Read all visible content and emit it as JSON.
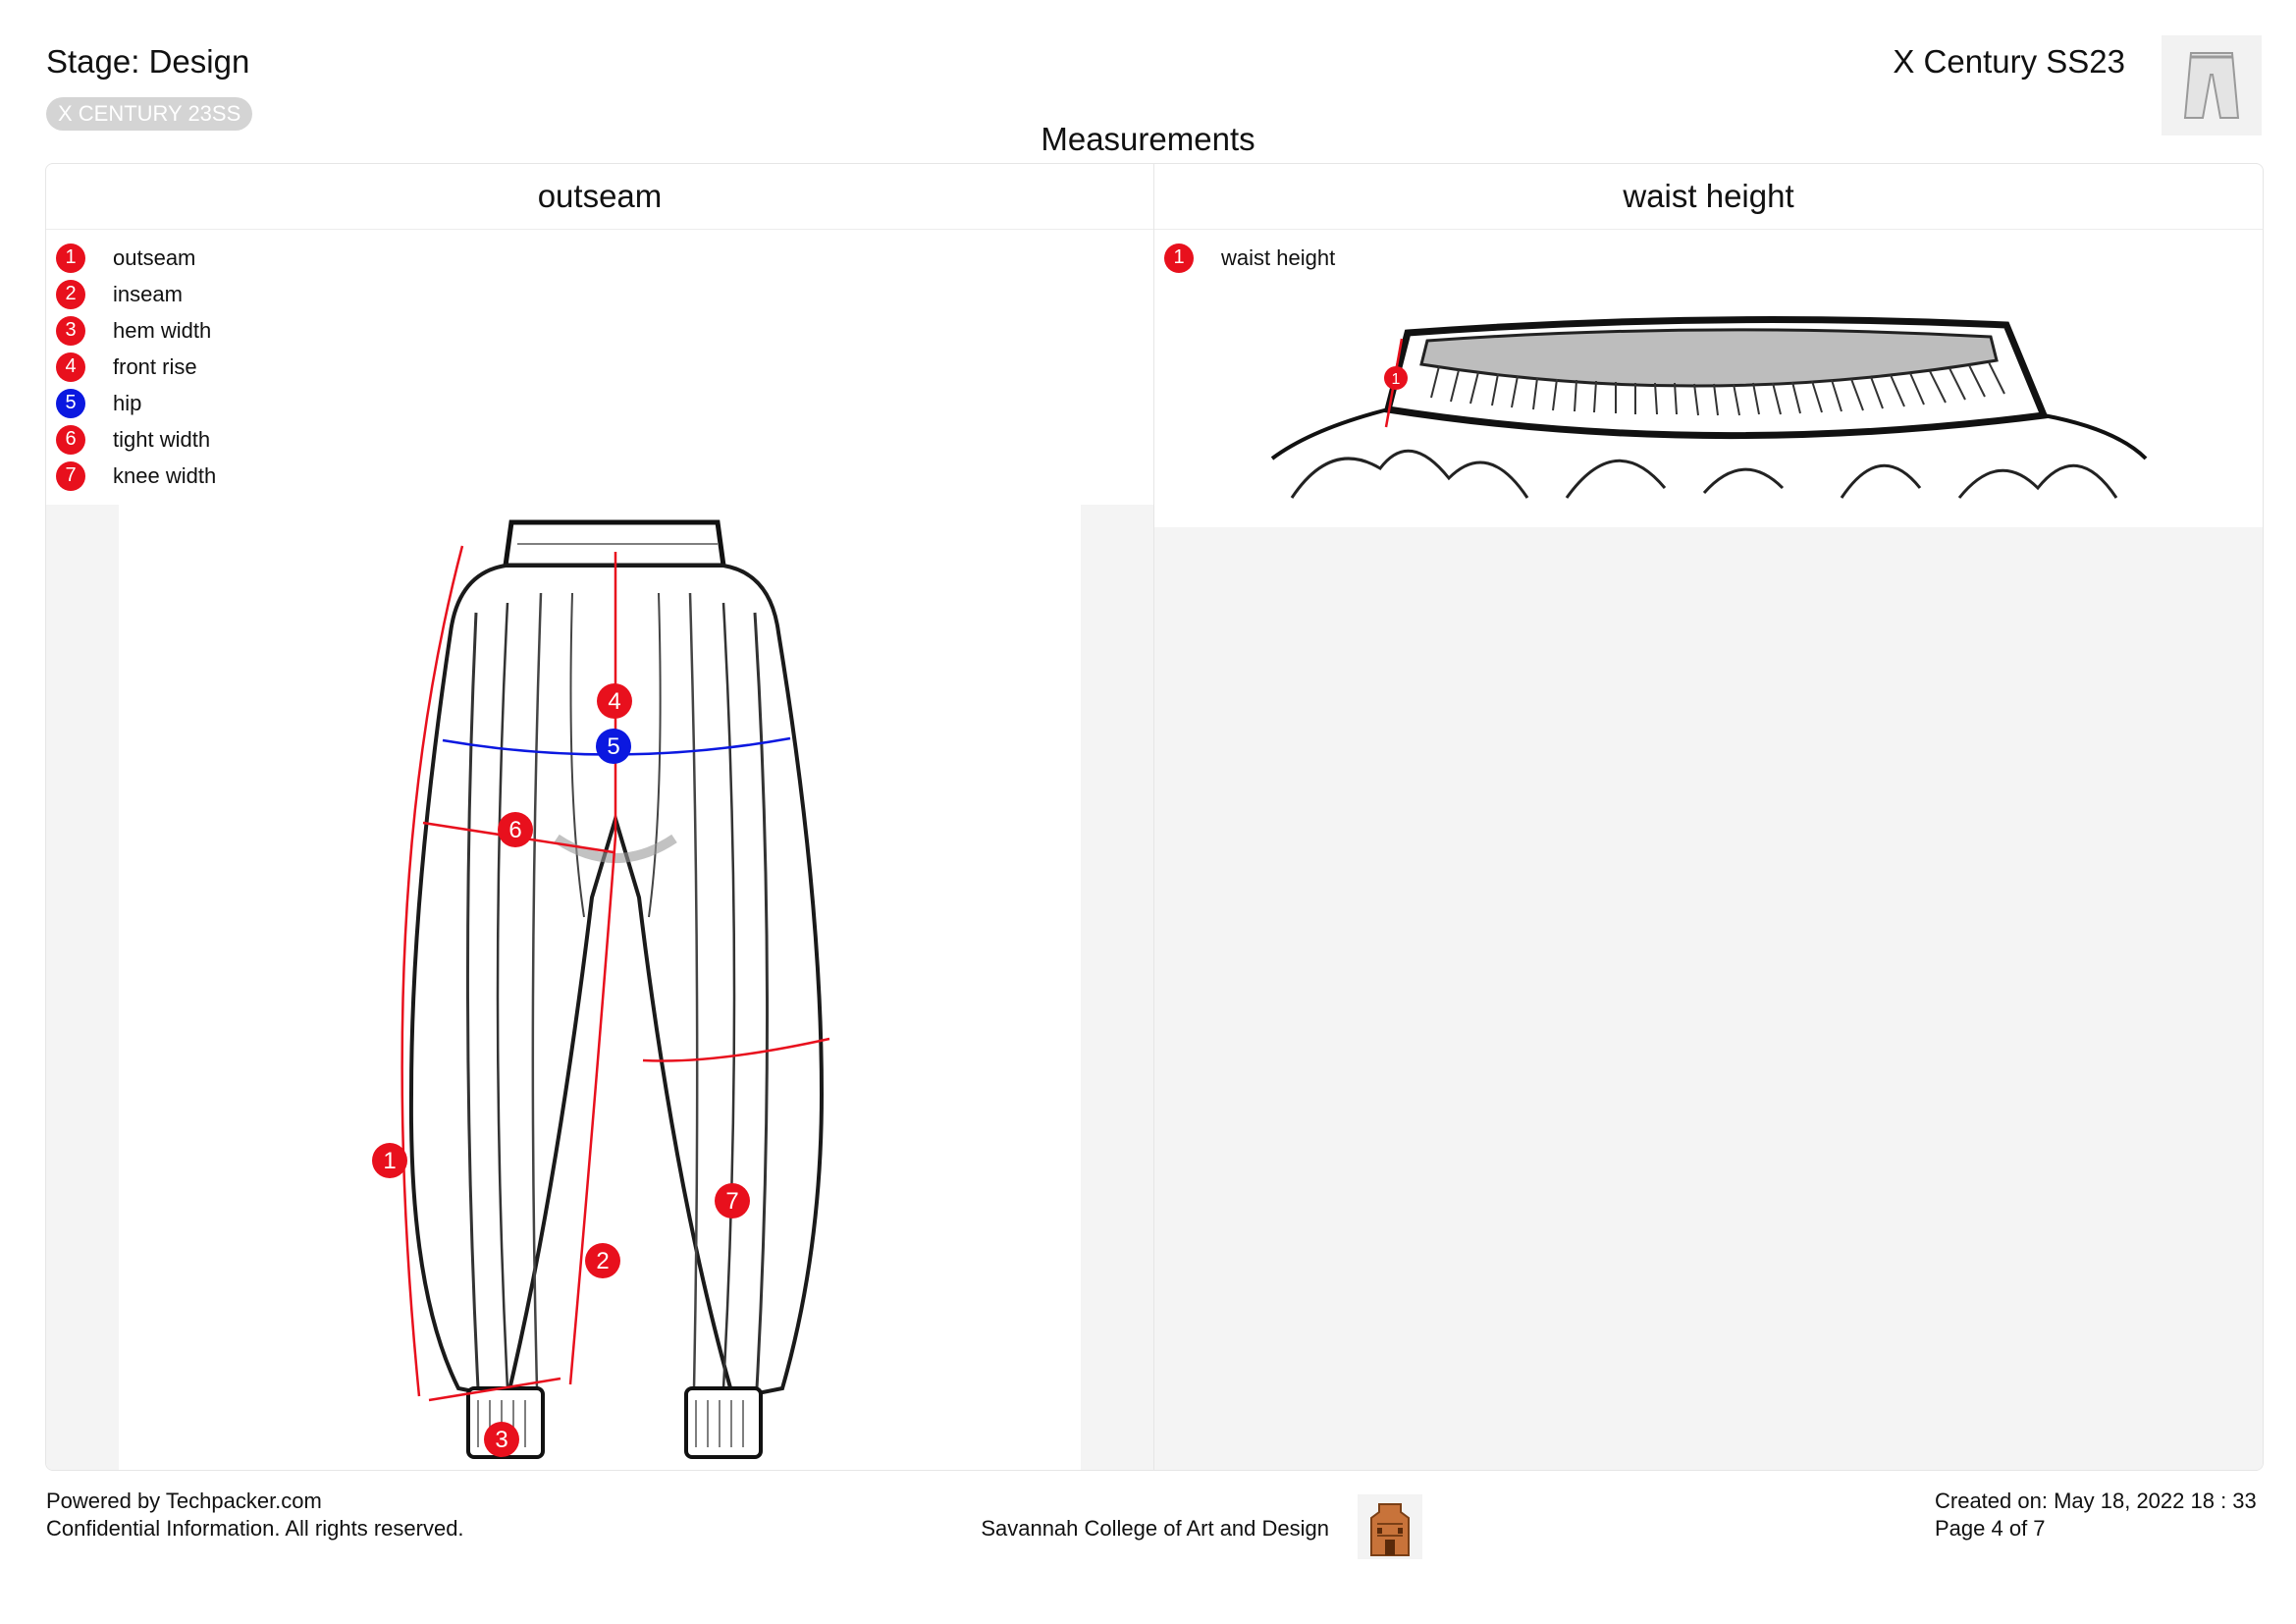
{
  "header": {
    "stage": "Stage: Design",
    "badge": "X CENTURY 23SS",
    "collection": "X Century SS23"
  },
  "section_title": "Measurements",
  "panels": [
    {
      "title": "outseam",
      "legend": [
        {
          "num": "1",
          "label": "outseam",
          "color": "#e8101d"
        },
        {
          "num": "2",
          "label": "inseam",
          "color": "#e8101d"
        },
        {
          "num": "3",
          "label": "hem width",
          "color": "#e8101d"
        },
        {
          "num": "4",
          "label": "front rise",
          "color": "#e8101d"
        },
        {
          "num": "5",
          "label": "hip",
          "color": "#0b18e0"
        },
        {
          "num": "6",
          "label": "tight width",
          "color": "#e8101d"
        },
        {
          "num": "7",
          "label": "knee width",
          "color": "#e8101d"
        }
      ]
    },
    {
      "title": "waist height",
      "legend": [
        {
          "num": "1",
          "label": "waist height",
          "color": "#e8101d"
        }
      ]
    }
  ],
  "footer": {
    "powered": "Powered by Techpacker.com",
    "confidential": "Confidential Information. All rights reserved.",
    "school": "Savannah College of Art and Design",
    "created": "Created on: May 18, 2022 18 : 33",
    "page": "Page 4 of 7"
  },
  "icons": {
    "thumbnail": "pants-thumbnail-icon",
    "logo": "college-building-logo-icon"
  }
}
